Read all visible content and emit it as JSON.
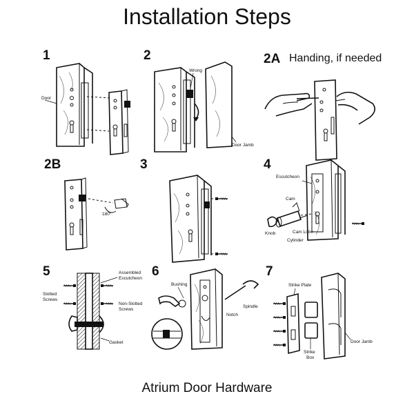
{
  "title": "Installation Steps",
  "footer": "Atrium Door Hardware",
  "steps": {
    "s1": {
      "number": "1",
      "label_door": "Door"
    },
    "s2": {
      "number": "2",
      "label_wrong": "Wrong",
      "label_jamb": "Door Jamb"
    },
    "s2a": {
      "number": "2A",
      "caption": "Handing, if needed"
    },
    "s2b": {
      "number": "2B",
      "label_angle": "180°"
    },
    "s3": {
      "number": "3"
    },
    "s4": {
      "number": "4",
      "label_escutcheon": "Escutcheon",
      "label_cam": "Cam",
      "label_cam_lobe": "Cam Lobe",
      "label_cylinder": "Cylinder",
      "label_knob": "Knob"
    },
    "s5": {
      "number": "5",
      "label_assembled_1": "Assembled",
      "label_assembled_2": "Escutcheon",
      "label_slotted_1": "Slotted",
      "label_slotted_2": "Screws",
      "label_nonslotted_1": "Non-Slotted",
      "label_nonslotted_2": "Screws",
      "label_gasket": "Gasket"
    },
    "s6": {
      "number": "6",
      "label_bushing": "Bushing",
      "label_notch": "Notch",
      "label_spindle": "Spindle"
    },
    "s7": {
      "number": "7",
      "label_strike_plate": "Strike Plate",
      "label_strike_1": "Strike",
      "label_strike_2": "Box",
      "label_jamb": "Door Jamb"
    }
  }
}
